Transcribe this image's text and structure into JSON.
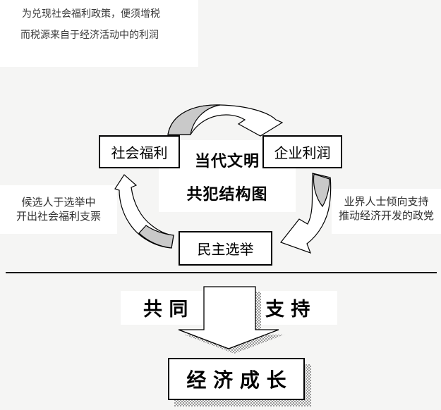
{
  "top_note": {
    "line1": "为兑现社会福利政策，便须增税",
    "line2": "而税源来自于经济活动中的利润"
  },
  "cycle": {
    "title_line1": "当代文明",
    "title_line2": "共犯结构图",
    "nodes": {
      "welfare": "社会福利",
      "profit": "企业利润",
      "election": "民主选举"
    },
    "left_note": {
      "line1": "候选人于选举中",
      "line2": "开出社会福利支票"
    },
    "right_note": {
      "line1": "业界人士倾向支持",
      "line2": "推动经济开发的政党"
    }
  },
  "bottom": {
    "left_label": "共 同",
    "right_label": "支 持",
    "result": "经 济 成 长"
  },
  "colors": {
    "background": "#f5f5f4",
    "arrow_gray": "#c9c9c9",
    "shadow_solid_gray": "#b4b4b4",
    "shadow_dither_gray": "#9a9a9a",
    "outline_black": "#000000"
  }
}
